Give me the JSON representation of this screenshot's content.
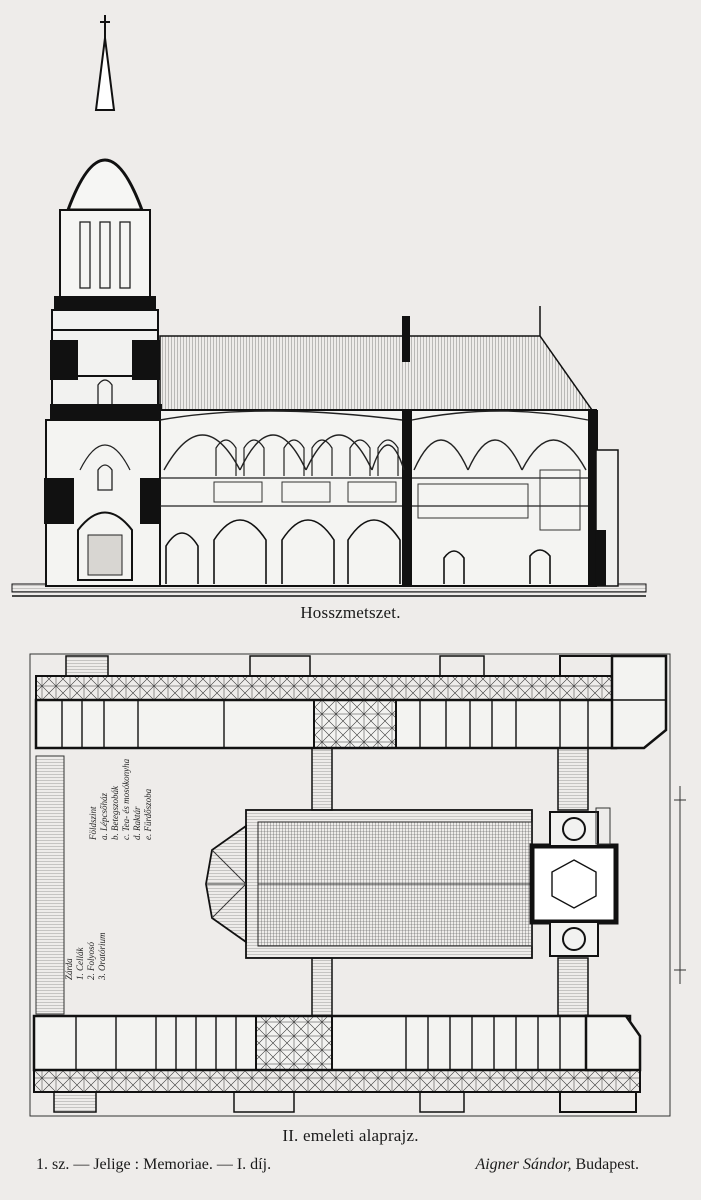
{
  "captions": {
    "section": "Hosszmetszet.",
    "plan": "II. emeleti alaprajz."
  },
  "footer": {
    "left": "1. sz. — Jelige : Memoriae. — I. díj.",
    "author": "Aigner Sándor,",
    "city": "Budapest."
  },
  "legend": {
    "floor_title": "Földszint",
    "floor_items": [
      "a. Lépcsőház",
      "b. Betegszobák",
      "c. Tea- és mosókonyha",
      "d. Raktár",
      "e. Fürdőszoba"
    ],
    "wing_title": "Zárda",
    "wing_items": [
      "1. Cellák",
      "2. Folyosó",
      "3. Oratórium"
    ]
  },
  "colors": {
    "paper": "#eeecea",
    "ink": "#1a1a1a"
  }
}
